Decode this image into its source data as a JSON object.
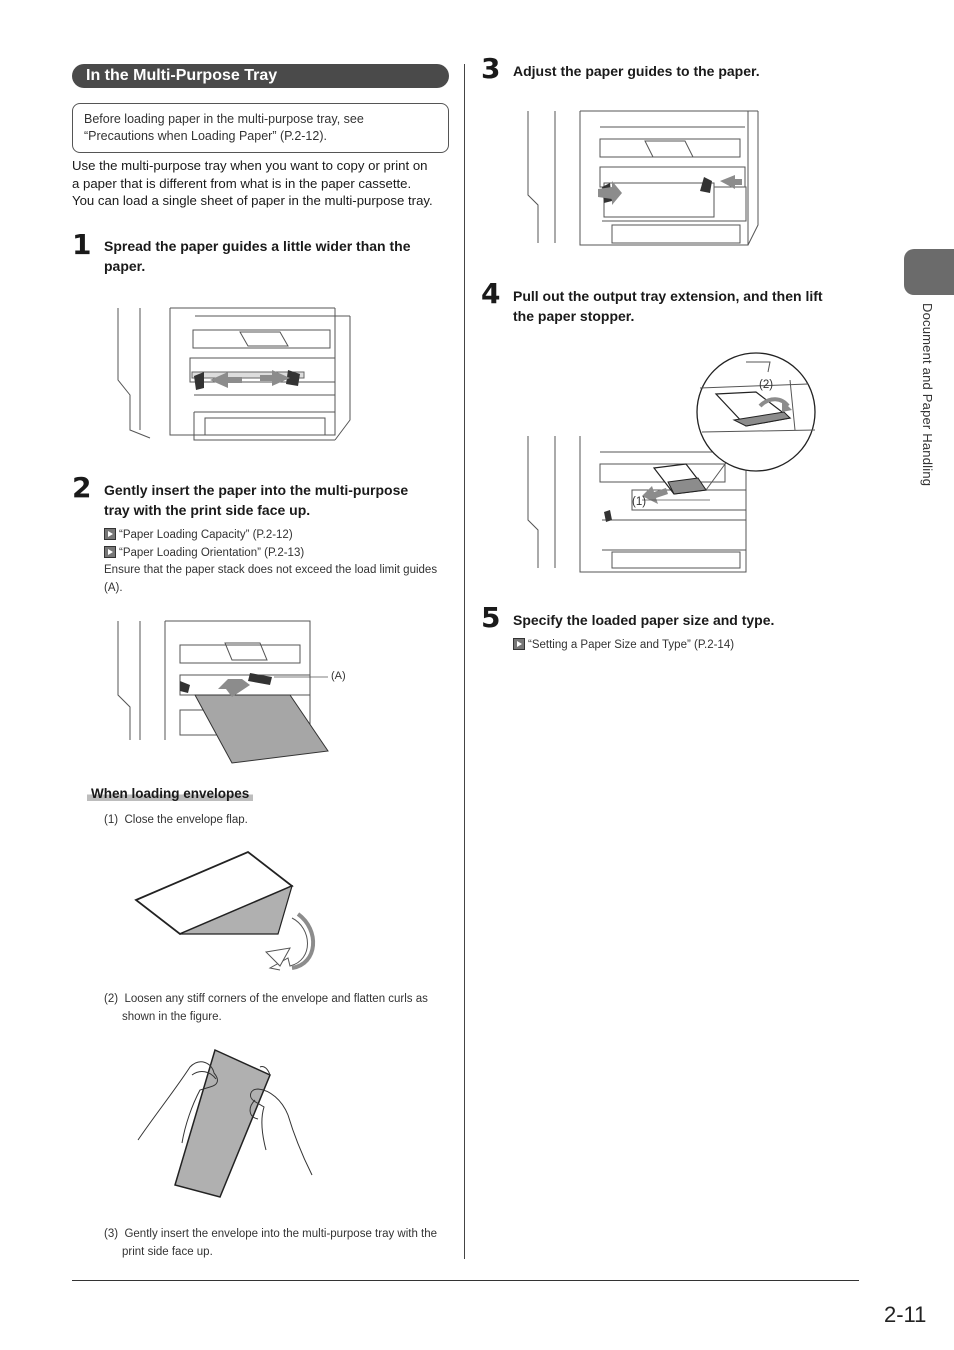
{
  "section_title": "In the Multi-Purpose Tray",
  "note_lines": [
    "Before loading paper in the multi-purpose tray, see",
    "“Precautions when Loading Paper” (P.2-12)."
  ],
  "intro_lines": [
    "Use the multi-purpose tray when you want to copy or print on",
    "a paper that is different from what is in the paper cassette.",
    "You can load a single sheet of paper in the multi-purpose tray."
  ],
  "steps": [
    {
      "num": "1",
      "title_lines": [
        "Spread the paper guides a little wider than the",
        "paper."
      ]
    },
    {
      "num": "2",
      "title_lines": [
        "Gently insert the paper into the multi-purpose",
        "tray with the print side face up."
      ]
    },
    {
      "num": "3",
      "title_lines": [
        "Adjust the paper guides to the paper."
      ]
    },
    {
      "num": "4",
      "title_lines": [
        "Pull out the output tray extension, and then lift",
        "the paper stopper."
      ]
    },
    {
      "num": "5",
      "title_lines": [
        "Specify the loaded paper size and type."
      ]
    }
  ],
  "step2_refs": [
    "“Paper Loading Capacity” (P.2-12)",
    "“Paper Loading Orientation” (P.2-13)"
  ],
  "step2_note_lines": [
    "Ensure that the paper stack does not exceed the load limit guides",
    "(A)."
  ],
  "step5_ref": "“Setting a Paper Size and Type” (P.2-14)",
  "labels": {
    "guide_a": "(A)",
    "callout_1": "(1)",
    "callout_2": "(2)"
  },
  "envelopes": {
    "heading": "When loading envelopes",
    "item1": {
      "num": "(1)",
      "text": "Close the envelope flap."
    },
    "item2": {
      "num": "(2)",
      "lines": [
        "Loosen any stiff corners of the envelope and flatten curls as",
        "shown in the figure."
      ]
    },
    "item3": {
      "num": "(3)",
      "lines": [
        "Gently insert the envelope into the multi-purpose tray with the",
        "print side face up."
      ]
    }
  },
  "side_tab_label": "Document and Paper Handling",
  "page_number": "2-11",
  "colors": {
    "section_bar": "#4a4a4a",
    "side_tab": "#6b6b6b",
    "arrow_gray": "#8c8c8c",
    "envelope_shade": "#b0b0b0"
  }
}
